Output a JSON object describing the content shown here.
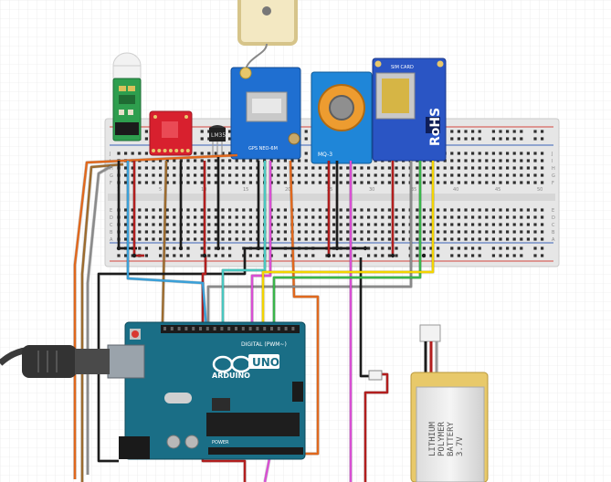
{
  "canvas": {
    "background": "#ffffff",
    "grid_color": "#e3e3e3"
  },
  "breadboard": {
    "body_color": "#e6e6e6",
    "hole_color": "#2f2f2f",
    "rail_red": "#d4463f",
    "rail_blue": "#3b62b8",
    "row_letters": [
      "J",
      "I",
      "H",
      "G",
      "F",
      "E",
      "D",
      "C",
      "B",
      "A"
    ],
    "col_numbers": [
      "1",
      "5",
      "10",
      "15",
      "20",
      "25",
      "30",
      "35",
      "40",
      "45",
      "50"
    ]
  },
  "modules": {
    "pir": {
      "color": "#2e9e4e",
      "icon": "pir-sensor-icon"
    },
    "accelerometer": {
      "color": "#d8202e"
    },
    "temp_sensor": {
      "label": "LM35",
      "color": "#222222"
    },
    "gps": {
      "color": "#1f6fd1",
      "label": "GPS NEO-6M"
    },
    "gas_sensor": {
      "color": "#1f86d8",
      "label": "MQ-3"
    },
    "gsm": {
      "color": "#2a55c4",
      "label_simcard": "SIM CARD",
      "label_rohs": "RoHS"
    }
  },
  "arduino": {
    "body_color": "#1a6e86",
    "logo_text": "ARDUINO",
    "model_text": "UNO",
    "header_label": "DIGITAL (PWM~)",
    "power_label": "POWER"
  },
  "battery": {
    "lines": [
      "LITHIUM",
      "POLYMER",
      "BATTERY",
      "3.7V"
    ],
    "color": "#e8c96a",
    "connector_color": "#f2f2f2"
  },
  "usb_cable": {
    "color": "#3b3b3b"
  },
  "wire_colors": {
    "black": "#1c1c1c",
    "red": "#b21e1e",
    "orange": "#e0681d",
    "brown": "#9c6b2e",
    "gray": "#8a8a8a",
    "teal": "#49c7c0",
    "green": "#39b54a",
    "yellow": "#f3d400",
    "magenta": "#d84fd3",
    "cyan": "#3aa0d8"
  }
}
